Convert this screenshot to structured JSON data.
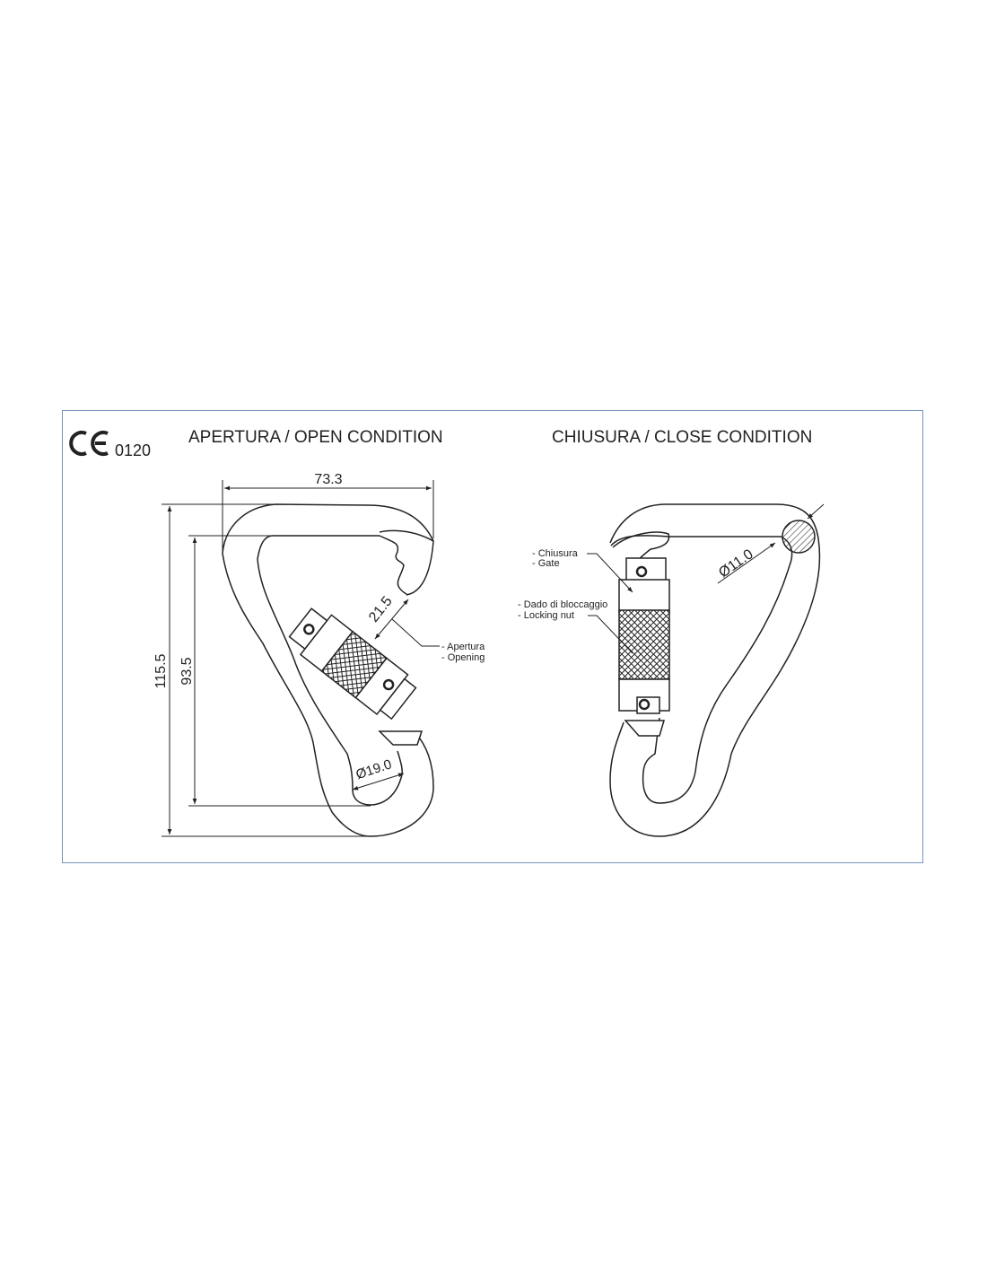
{
  "certification": {
    "mark": "CE",
    "number": "0120"
  },
  "open_view": {
    "title": "APERTURA / OPEN CONDITION",
    "width_dim": "73.3",
    "total_height_dim": "115.5",
    "inner_height_dim": "93.5",
    "opening_dim": "21.5",
    "eye_diameter_dim": "Ø19.0",
    "opening_label_it": "- Apertura",
    "opening_label_en": "- Opening"
  },
  "close_view": {
    "title": "CHIUSURA / CLOSE CONDITION",
    "bar_diameter_dim": "Ø11.0",
    "gate_label_it": "- Chiusura",
    "gate_label_en": "- Gate",
    "nut_label_it": "- Dado di bloccaggio",
    "nut_label_en": "- Locking nut"
  }
}
